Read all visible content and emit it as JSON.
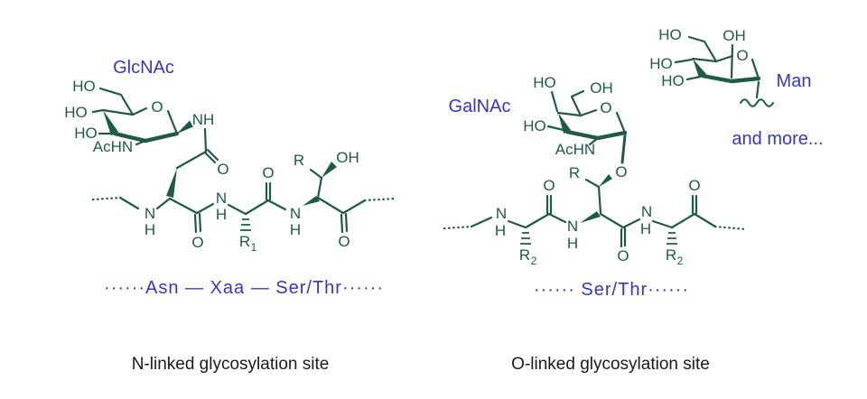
{
  "colors": {
    "structure": "#1f5a49",
    "label-blue": "#3534cb",
    "caption": "#1a1a1a",
    "background": "#ffffff"
  },
  "left": {
    "caption": "N-linked glycosylation site",
    "sugar_name": "GlcNAc",
    "sequence": "······Asn — Xaa — Ser/Thr······",
    "labels": {
      "ho_c6": "HO",
      "ring_o": "O",
      "ho_c4": "HO",
      "ho_c3": "HO",
      "achn": "AcHN",
      "nh": "NH",
      "amide_o": "O",
      "n1": "N",
      "h1": "H",
      "o1": "O",
      "n2": "N",
      "h2": "H",
      "r1": "R",
      "r1_sub": "1",
      "o2": "O",
      "n3": "N",
      "h3": "H",
      "r": "R",
      "oh": "OH",
      "o3": "O"
    }
  },
  "right": {
    "caption": "O-linked glycosylation site",
    "galnac_name": "GalNAc",
    "man_name": "Man",
    "more_note": "and more...",
    "sequence": "······ Ser/Thr······",
    "galnac_labels": {
      "ho_c4": "HO",
      "oh_c6": "OH",
      "ring_o": "O",
      "ho_c3": "HO",
      "achn": "AcHN",
      "glyco_o": "O"
    },
    "man_labels": {
      "ho_c6": "HO",
      "oh_c2": "OH",
      "ho_c4": "HO",
      "ho_c3": "HO",
      "ring_o": "O"
    },
    "labels": {
      "n1": "N",
      "h1": "H",
      "r2a": "R",
      "r2a_sub": "2",
      "o1": "O",
      "n2": "N",
      "h2": "H",
      "r": "R",
      "o2": "O",
      "n3": "N",
      "h3": "H",
      "r2b": "R",
      "r2b_sub": "2",
      "o3": "O"
    }
  }
}
